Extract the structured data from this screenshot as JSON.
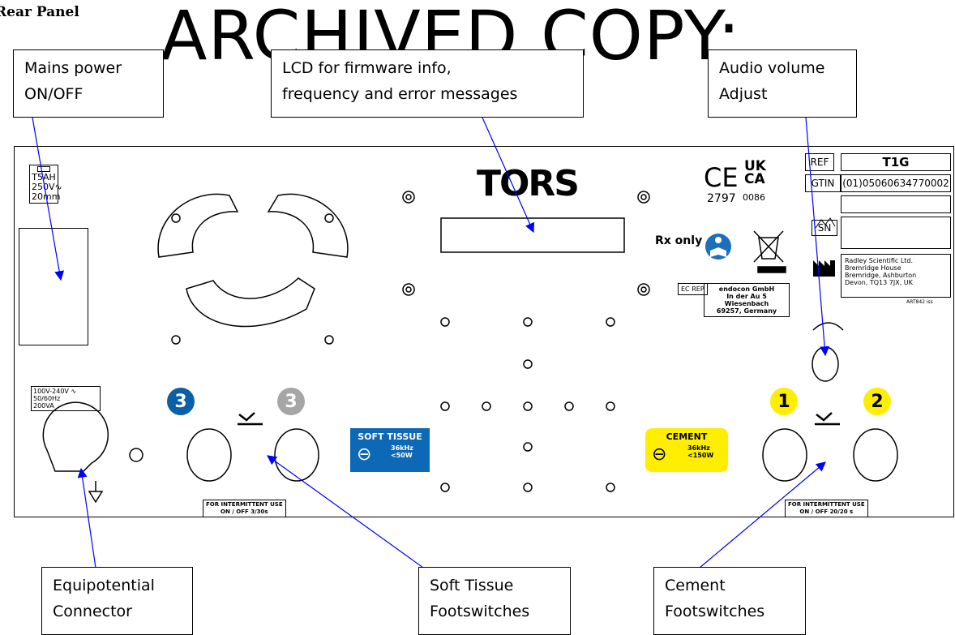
{
  "heading": "Rear Panel",
  "watermark": "ARCHIVED COPY:",
  "callouts": {
    "mains": [
      "Mains power",
      "ON/OFF"
    ],
    "lcd": [
      "LCD for firmware info,",
      "frequency and error messages"
    ],
    "audio": [
      "Audio volume",
      "Adjust"
    ],
    "equipotential": [
      "Equipotential",
      "Connector"
    ],
    "soft_tissue": [
      "Soft Tissue",
      "Footswitches"
    ],
    "cement": [
      "Cement",
      "Footswitches"
    ]
  },
  "panel": {
    "fuse": [
      "T5AH",
      "250V∿",
      "20mm"
    ],
    "power_rating": [
      "100V-240V ∿",
      "50/60Hz",
      "200VA"
    ],
    "brand": "TORS",
    "ce_mark": "CE",
    "ce_number": "2797",
    "ukca": [
      "UK",
      "CA"
    ],
    "ukca_number": "0086",
    "rx_only": "Rx only",
    "ref_label": "REF",
    "ref_value": "T1G",
    "gtin_label": "GTIN",
    "gtin_value": "(01)05060634770002",
    "sn_label": "SN",
    "manufacturer": [
      "Radley Scientific Ltd.",
      "Bremridge House",
      "Bremridge, Ashburton",
      "Devon, TQ13 7JX, UK"
    ],
    "art_code": "ART842 iss",
    "ec_rep_labels": [
      "EC",
      "REP"
    ],
    "ec_rep": [
      "endocon GmbH",
      "In der Au 5",
      "Wiesenbach",
      "69257, Germany"
    ],
    "soft_tissue_badge": "3",
    "soft_tissue_label": "SOFT TISSUE",
    "soft_tissue_freq": "36kHz",
    "soft_tissue_power": "<50W",
    "cement_badge_1": "1",
    "cement_badge_2": "2",
    "cement_label": "CEMENT",
    "cement_freq": "36kHz",
    "cement_power": "<150W",
    "intermittent_left": [
      "FOR INTERMITTENT USE",
      "ON / OFF    3/30s"
    ],
    "intermittent_right": [
      "FOR INTERMITTENT USE",
      "ON / OFF    20/20 s"
    ]
  },
  "colors": {
    "blue_badge": "#0b5fa5",
    "grey_badge": "#a6a6a6",
    "yellow": "#ffee00",
    "soft_tissue_bg": "#0d68b5",
    "leader_line": "#0000ff"
  }
}
